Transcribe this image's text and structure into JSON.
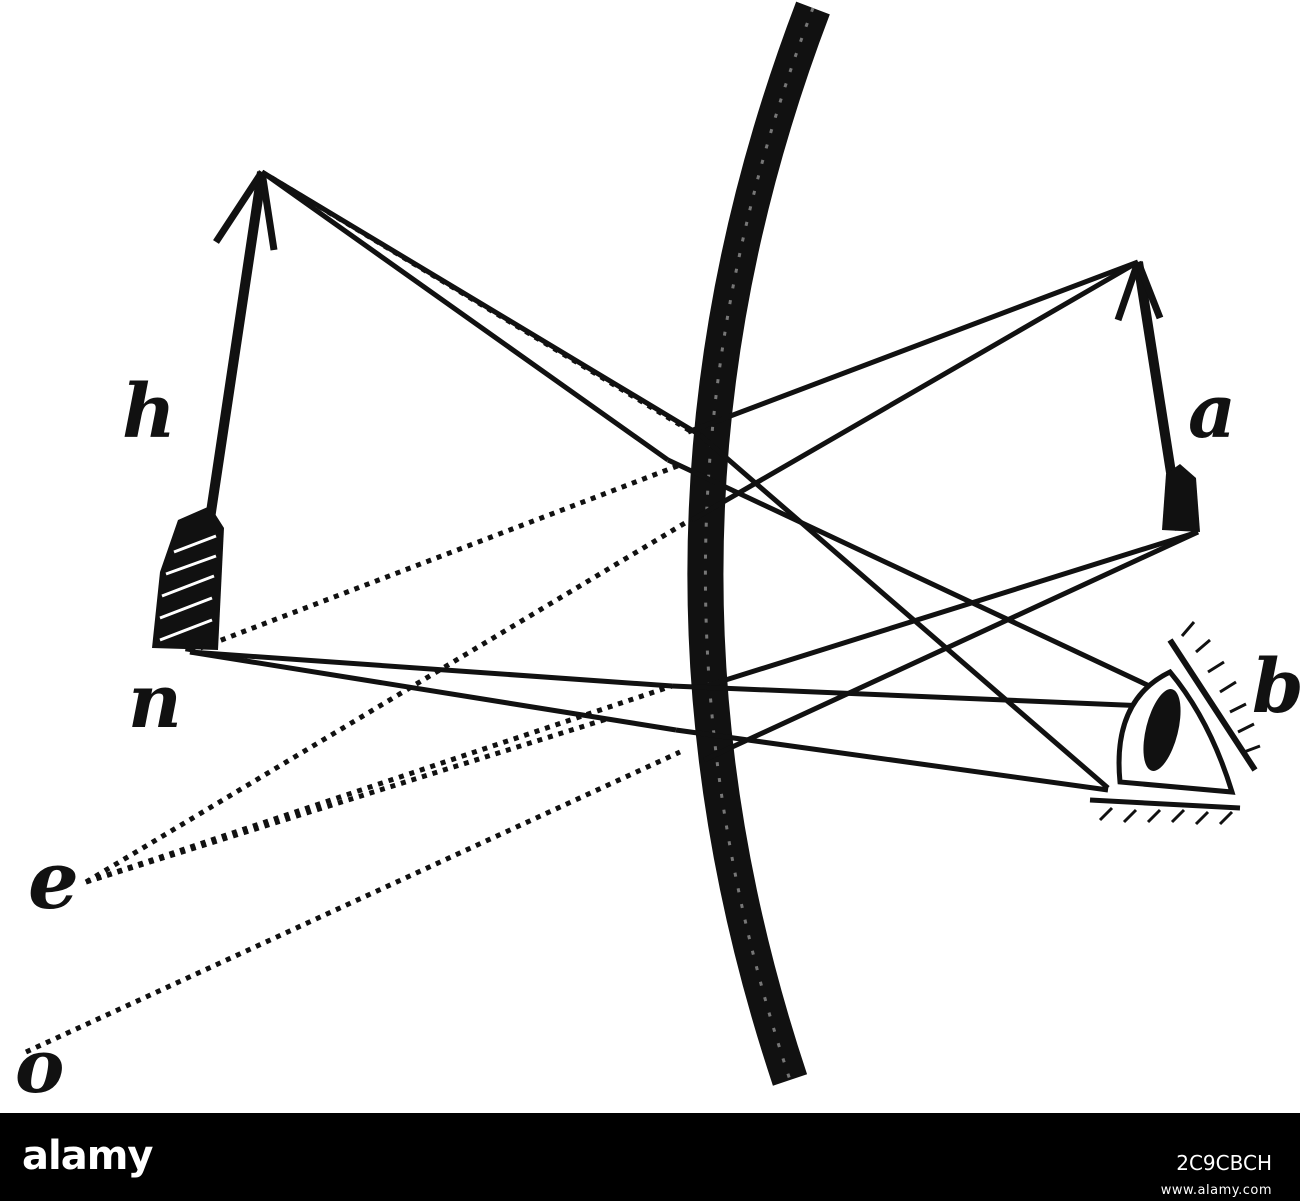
{
  "labels": {
    "h": "h",
    "a": "a",
    "n": "n",
    "b": "b",
    "e": "e",
    "o": "o"
  },
  "footer": {
    "logo": "alamy",
    "image_id": "2C9CBCH",
    "url": "www.alamy.com"
  },
  "colors": {
    "ink": "#111111",
    "background": "#ffffff",
    "footer_bg": "#000000"
  }
}
